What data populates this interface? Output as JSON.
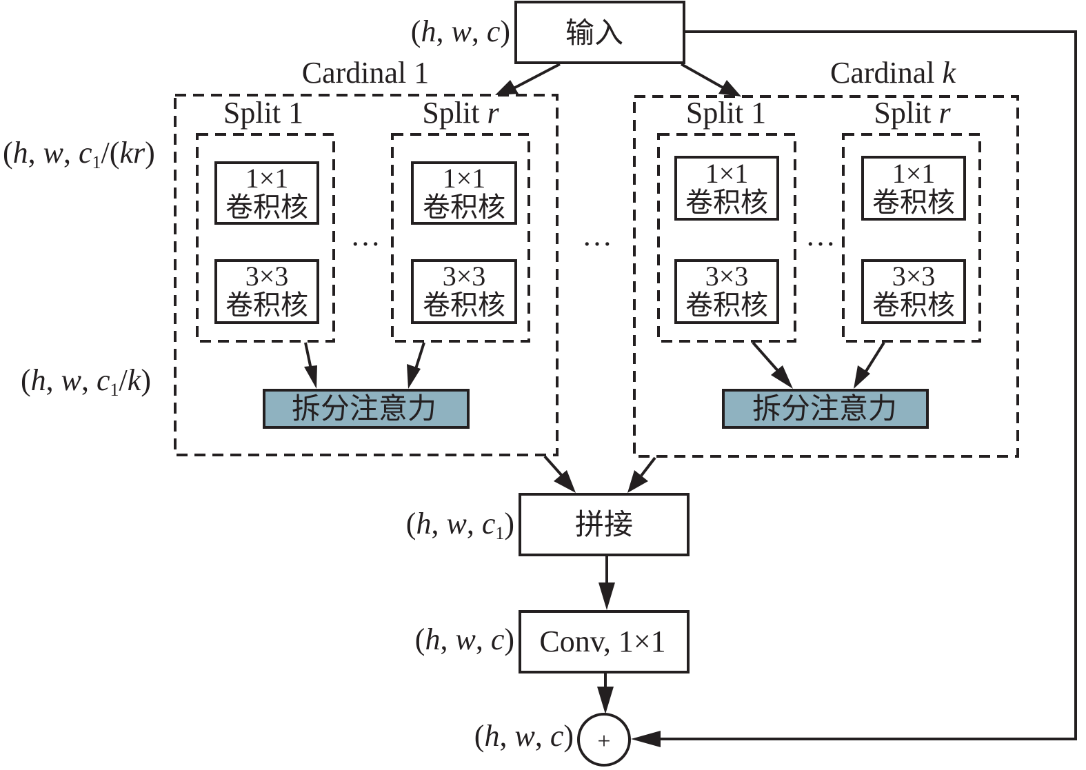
{
  "input": {
    "label": "输入",
    "shape_prefix": "(",
    "shape_h": "h",
    "shape_w": "w",
    "shape_c": "c",
    "shape_suffix": ")"
  },
  "cardinals": [
    {
      "title_text": "Cardinal ",
      "title_var": "1",
      "title_var_italic": false,
      "splits": [
        {
          "title_text": "Split ",
          "title_var": "1",
          "title_var_italic": false,
          "kernel1": [
            "1×1",
            "卷积核"
          ],
          "kernel2": [
            "3×3",
            "卷积核"
          ]
        },
        {
          "title_text": "Split ",
          "title_var": "r",
          "title_var_italic": true,
          "kernel1": [
            "1×1",
            "卷积核"
          ],
          "kernel2": [
            "3×3",
            "卷积核"
          ]
        }
      ],
      "split_ellipsis": "…",
      "attention_label": "拆分注意力"
    },
    {
      "title_text": "Cardinal ",
      "title_var": "k",
      "title_var_italic": true,
      "splits": [
        {
          "title_text": "Split ",
          "title_var": "1",
          "title_var_italic": false,
          "kernel1": [
            "1×1",
            "卷积核"
          ],
          "kernel2": [
            "3×3",
            "卷积核"
          ]
        },
        {
          "title_text": "Split ",
          "title_var": "r",
          "title_var_italic": true,
          "kernel1": [
            "1×1",
            "卷积核"
          ],
          "kernel2": [
            "3×3",
            "卷积核"
          ]
        }
      ],
      "split_ellipsis": "…",
      "attention_label": "拆分注意力"
    }
  ],
  "cardinal_ellipsis": "…",
  "shapes": {
    "split_input": {
      "open": "(",
      "h": "h",
      "w": "w",
      "c": "c",
      "sub": "1",
      "rest_open": "/(",
      "rest_var": "kr",
      "close": ")"
    },
    "attention_out": {
      "open": "(",
      "h": "h",
      "w": "w",
      "c": "c",
      "sub": "1",
      "rest_open": "/",
      "rest_var": "k",
      "close": ")"
    },
    "concat": {
      "open": "(",
      "h": "h",
      "w": "w",
      "c": "c",
      "sub": "1",
      "close": ")"
    },
    "conv": {
      "open": "(",
      "h": "h",
      "w": "w",
      "c": "c",
      "close": ")"
    },
    "sum": {
      "open": "(",
      "h": "h",
      "w": "w",
      "c": "c",
      "close": ")"
    }
  },
  "concat": {
    "label": "拼接"
  },
  "conv": {
    "label": "Conv, 1×1"
  },
  "sum": {
    "symbol": "+"
  },
  "colors": {
    "attention_fill": "#8fb2c0",
    "stroke": "#231f20"
  }
}
